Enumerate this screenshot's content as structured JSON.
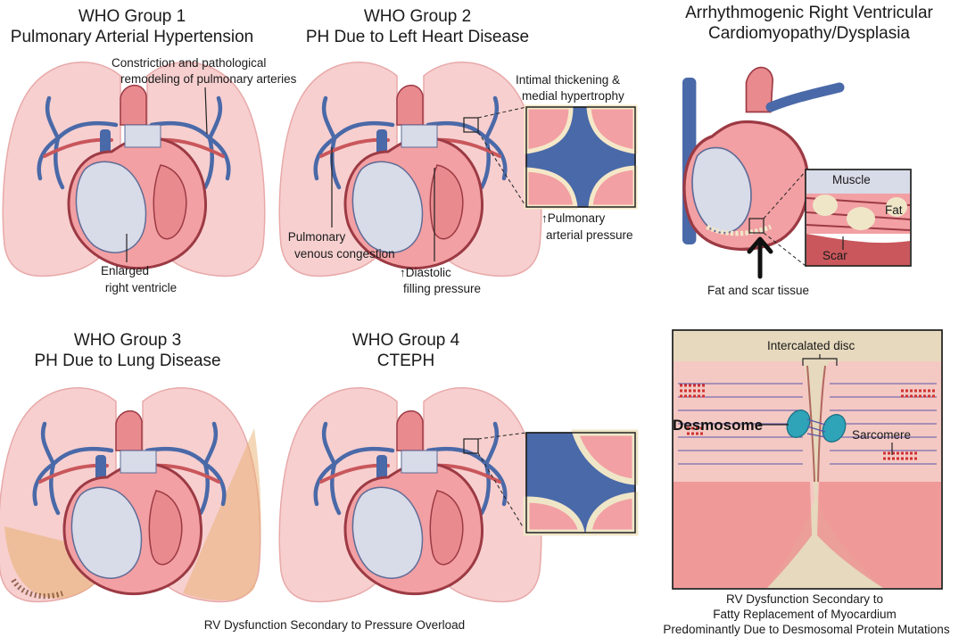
{
  "titles": {
    "g1_line1": "WHO Group 1",
    "g1_line2": "Pulmonary Arterial Hypertension",
    "g2_line1": "WHO Group 2",
    "g2_line2": "PH Due to Left Heart Disease",
    "arvc_line1": "Arrhythmogenic Right Ventricular",
    "arvc_line2": "Cardiomyopathy/Dysplasia",
    "g3_line1": "WHO Group 3",
    "g3_line2": "PH Due to Lung Disease",
    "g4_line1": "WHO Group 4",
    "g4_line2": "CTEPH"
  },
  "labels": {
    "constriction_1": "Constriction and pathological",
    "constriction_2": "remodeling of pulmonary arteries",
    "enlarged_1": "Enlarged",
    "enlarged_2": "right ventricle",
    "intimal_1": "Intimal thickening &",
    "intimal_2": "medial hypertrophy",
    "pulm_art_1": "↑Pulmonary",
    "pulm_art_2": "arterial pressure",
    "venous_1": "Pulmonary",
    "venous_2": "venous congestion",
    "diastolic_1": "↑Diastolic",
    "diastolic_2": "filling pressure",
    "muscle": "Muscle",
    "fat": "Fat",
    "scar": "Scar",
    "fat_scar": "Fat and scar tissue",
    "intercalated": "Intercalated disc",
    "desmosome": "Desmosome",
    "sarcomere": "Sarcomere"
  },
  "captions": {
    "pressure": "RV Dysfunction Secondary to Pressure Overload",
    "fatty_1": "RV Dysfunction Secondary to",
    "fatty_2": "Fatty Replacement of Myocardium",
    "fatty_3": "Predominantly Due to Desmosomal Protein Mutations"
  },
  "colors": {
    "lung": "#f7cfcf",
    "lung_edge": "#e8a9a9",
    "vessel_blue": "#4a69a8",
    "vessel_red": "#c9575b",
    "heart": "#f2a0a3",
    "heart_dark": "#9c3a44",
    "chamber": "#d8dbe8",
    "fat": "#efe6c8"
  }
}
